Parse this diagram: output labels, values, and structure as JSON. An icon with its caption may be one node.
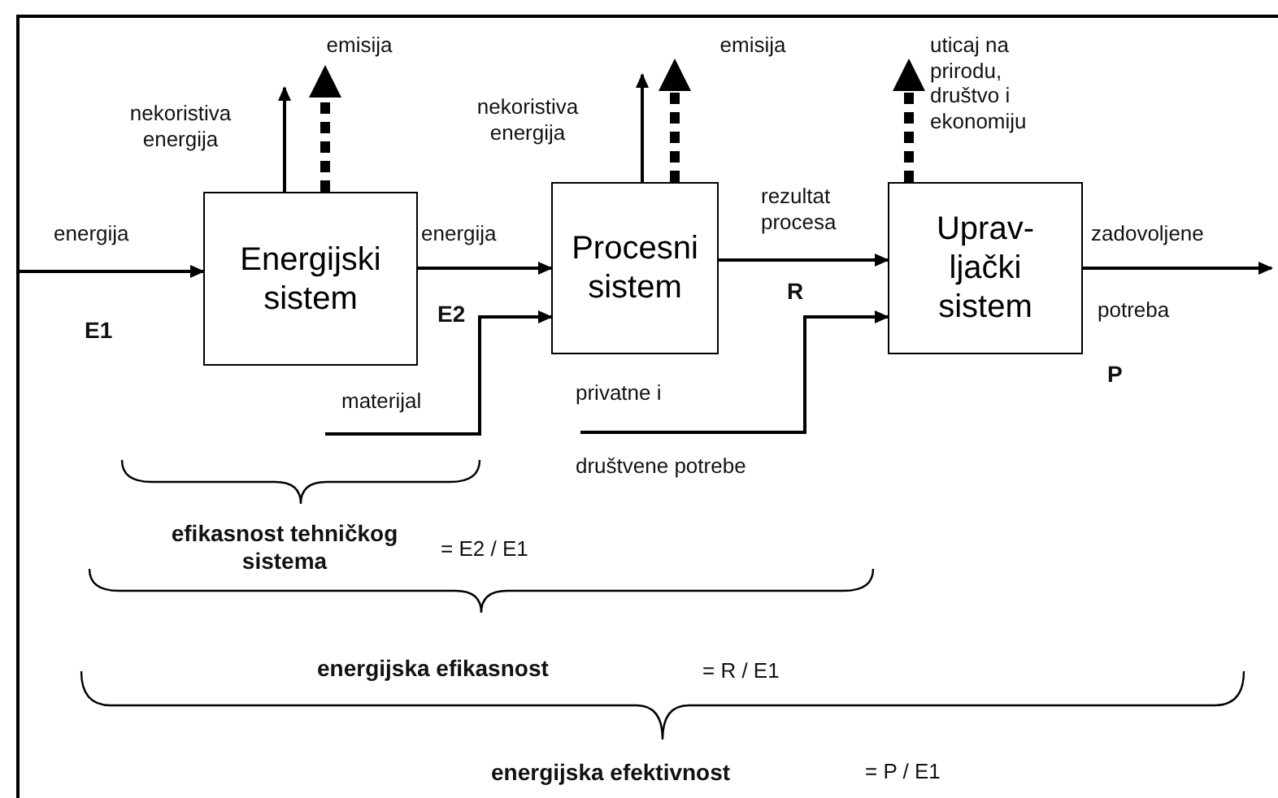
{
  "diagram": {
    "nodes": [
      {
        "text": [
          "Energijski sistem"
        ]
      },
      {
        "text": [
          "Procesni sistem"
        ]
      },
      {
        "text": [
          "Uprav-ljački sistem"
        ]
      }
    ],
    "edges": [
      {
        "from": null,
        "to": 0,
        "arrow": "to",
        "label": "energija"
      },
      {
        "from": 0,
        "to": 1,
        "arrow": "to",
        "label": "energija"
      },
      {
        "from": null,
        "to": 1,
        "arrow": "to",
        "label": "materijal"
      },
      {
        "from": 1,
        "to": 2,
        "arrow": "to",
        "label": "rezultat procesa"
      },
      {
        "from": null,
        "to": 2,
        "arrow": "to"
      },
      {
        "from": 2,
        "to": null,
        "arrow": "to"
      },
      {
        "from": 0,
        "to": null,
        "arrow": "to",
        "label": "nekoristiva energija"
      },
      {
        "from": 0,
        "to": null,
        "arrow": "to",
        "label": "emisija",
        "style": "dashed"
      },
      {
        "from": 1,
        "to": null,
        "arrow": "to",
        "label": "nekoristiva energija"
      },
      {
        "from": 1,
        "to": null,
        "arrow": "to",
        "label": "emisija",
        "style": "dashed"
      },
      {
        "from": 2,
        "to": null,
        "arrow": "to",
        "label": "uticaj na prirodu, društvo i ekonomiju",
        "style": "dashed"
      }
    ],
    "labels": [
      "E1",
      "E2",
      "R",
      "privatne i",
      "zadovoljene",
      "potreba",
      "P",
      "društvene potrebe",
      "efikasnost tehničkog sistema",
      "= E2 / E1",
      "energijska efikasnost",
      "= R / E1",
      "energijska efektivnost",
      "= P / E1"
    ]
  }
}
